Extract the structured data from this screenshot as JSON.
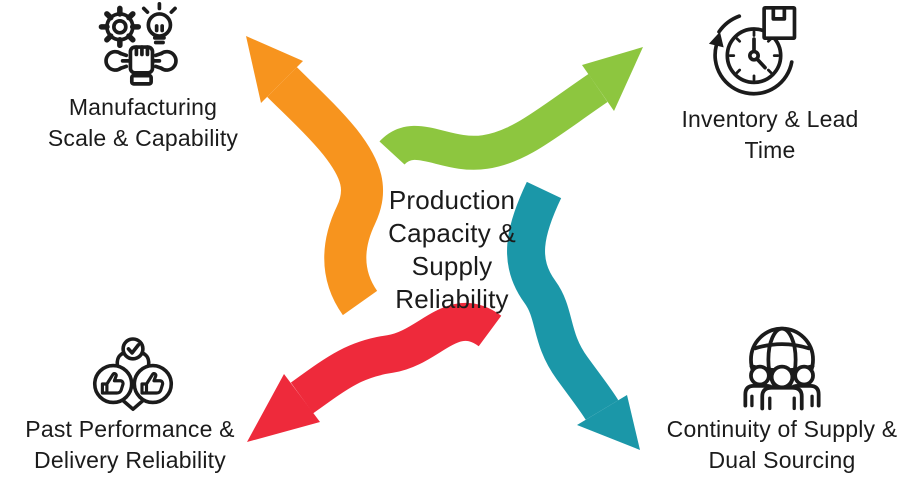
{
  "diagram": {
    "background_color": "#ffffff",
    "text_color": "#1b1b1b",
    "icon_color": "#111111",
    "center_title": {
      "full_text": "Production Capacity & Supply Reliability",
      "lines": [
        "Production",
        "Capacity &",
        "Supply",
        "Reliability"
      ]
    },
    "nodes": [
      {
        "id": "manufacturing",
        "position": "top-left",
        "label": "Manufacturing Scale & Capability",
        "label_lines": [
          "Manufacturing",
          "Scale & Capability"
        ],
        "icon": "gear-lightbulb-wrench-icon",
        "arrow_color": "#F7941E",
        "arrow_direction": "up-left"
      },
      {
        "id": "inventory",
        "position": "top-right",
        "label": "Inventory & Lead Time",
        "label_lines": [
          "Inventory & Lead",
          "Time"
        ],
        "icon": "clock-package-icon",
        "arrow_color": "#8DC63F",
        "arrow_direction": "up-right"
      },
      {
        "id": "past-performance",
        "position": "bottom-left",
        "label": "Past Performance & Delivery Reliability",
        "label_lines": [
          "Past Performance &",
          "Delivery Reliability"
        ],
        "icon": "thumbs-up-check-icon",
        "arrow_color": "#EE2A3B",
        "arrow_direction": "down-left"
      },
      {
        "id": "continuity",
        "position": "bottom-right",
        "label": "Continuity of Supply & Dual Sourcing",
        "label_lines": [
          "Continuity of Supply &",
          "Dual Sourcing"
        ],
        "icon": "globe-people-icon",
        "arrow_color": "#1B97A8",
        "arrow_direction": "down-right"
      }
    ]
  }
}
